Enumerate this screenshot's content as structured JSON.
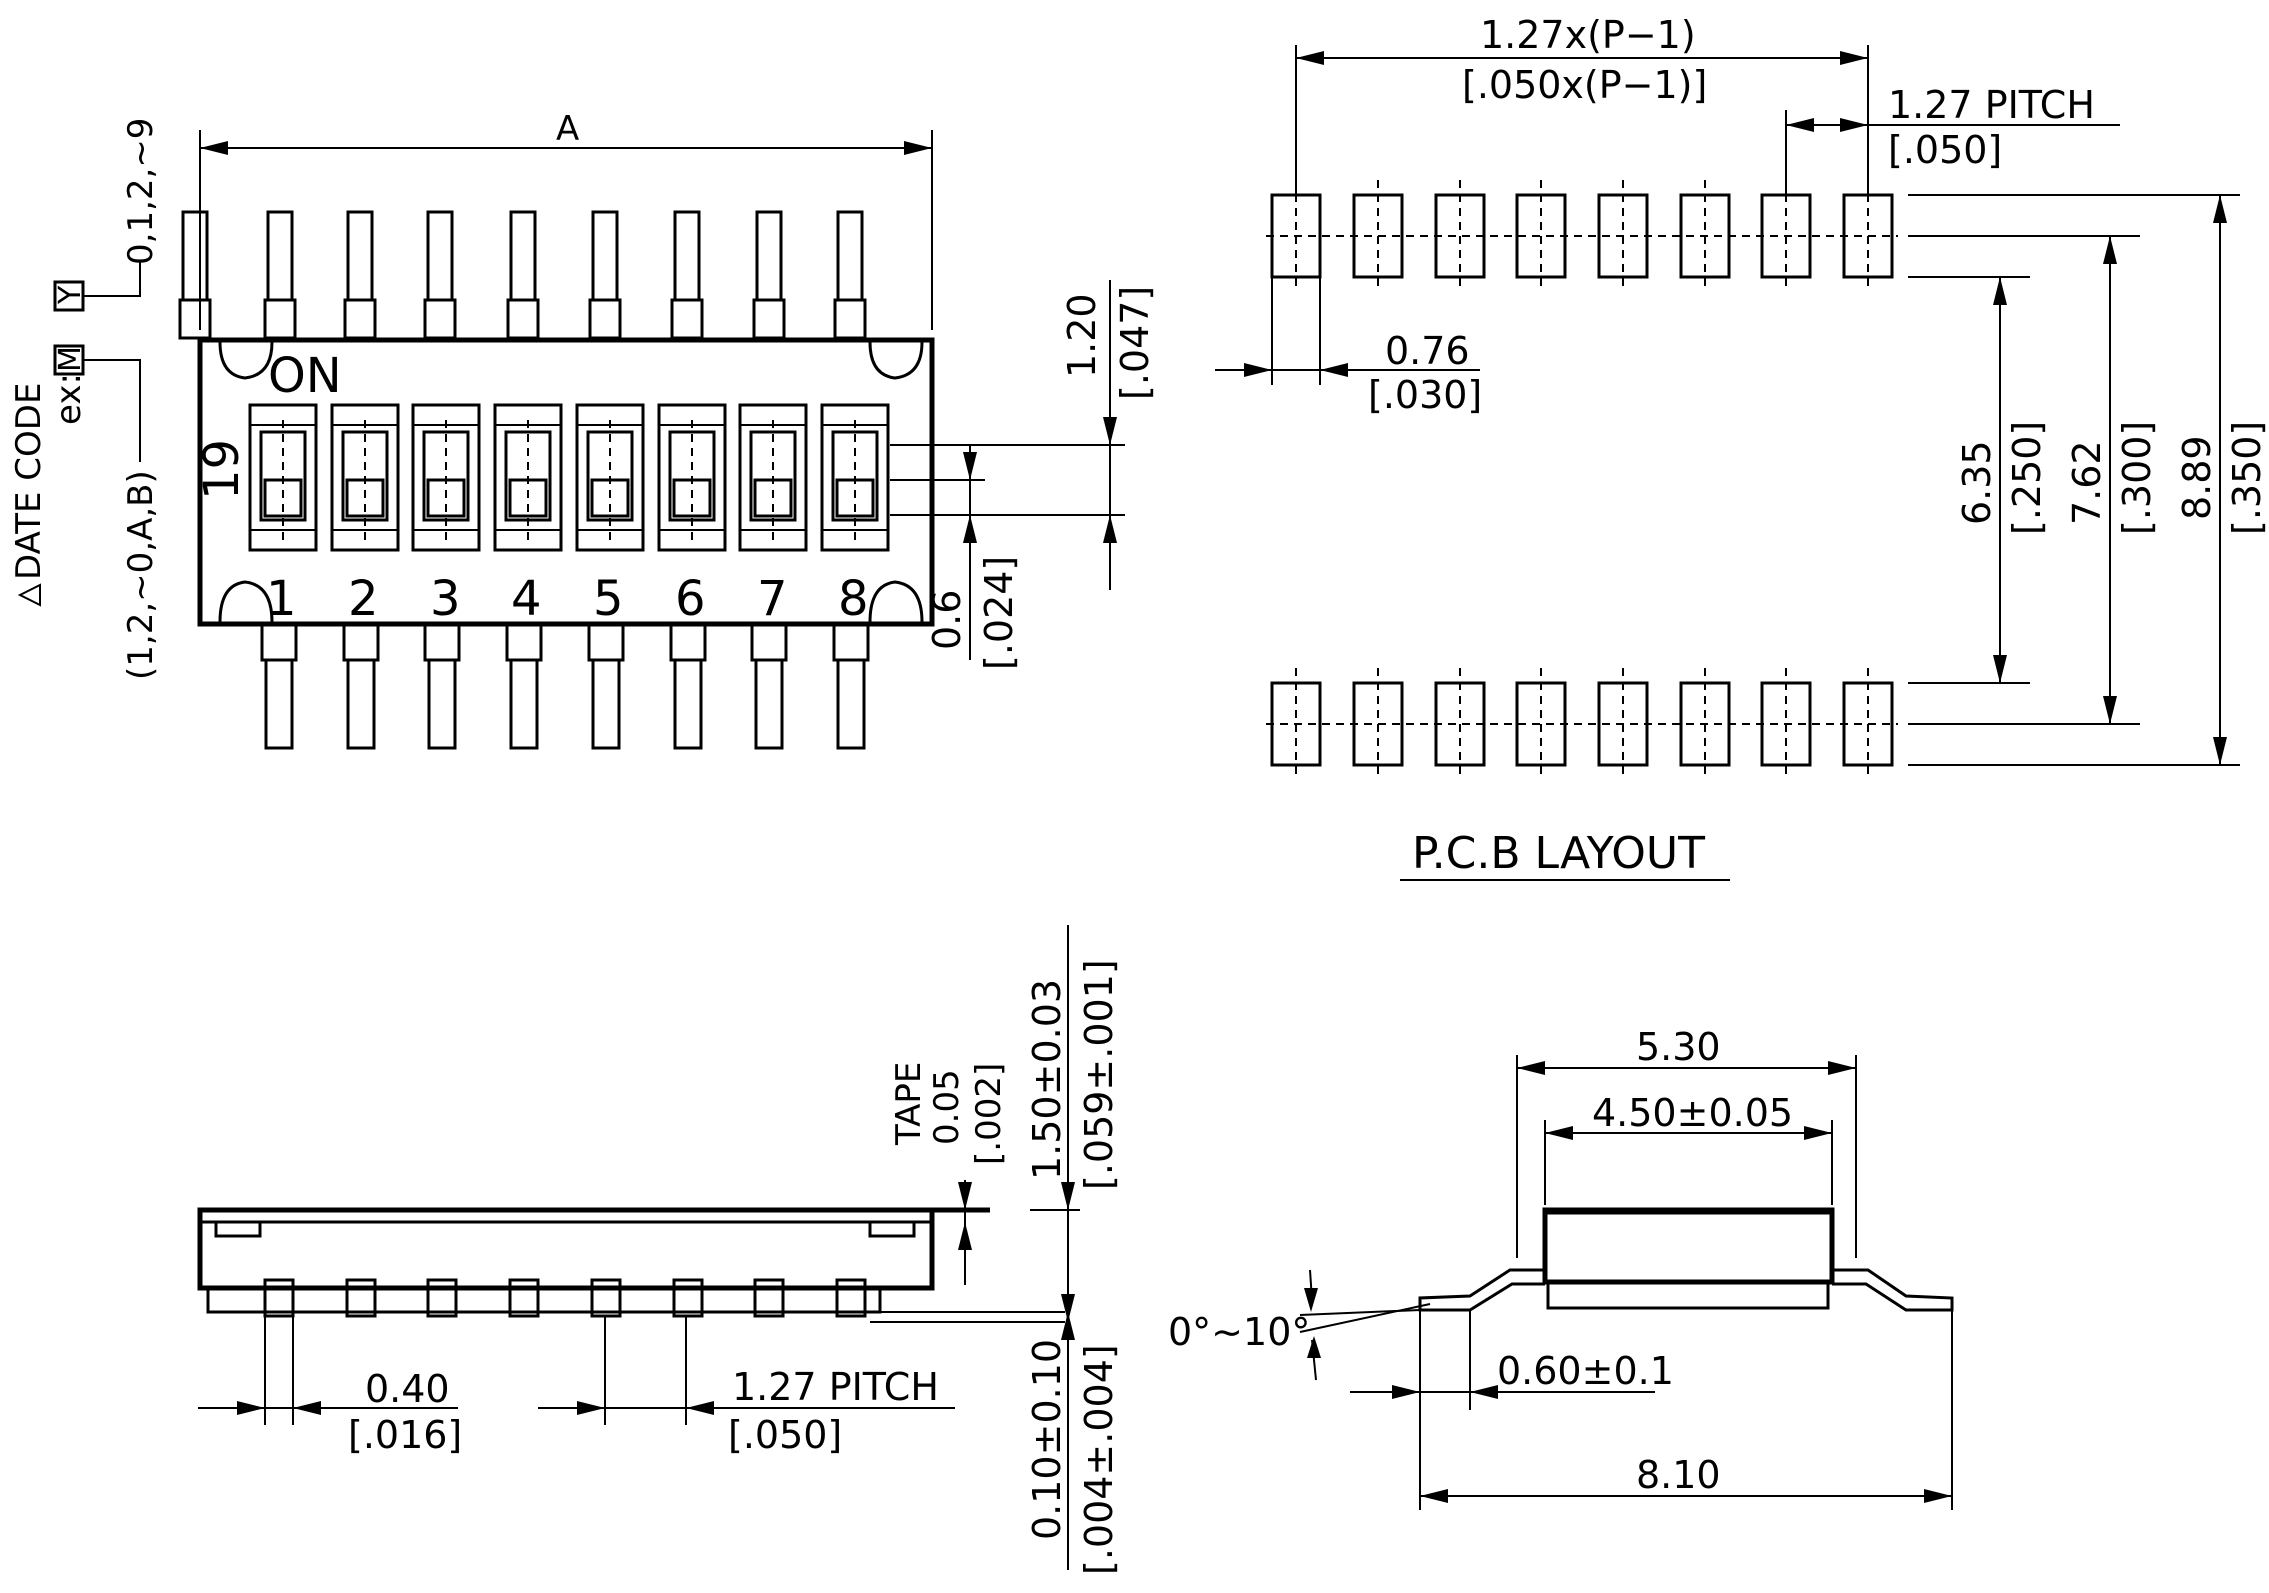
{
  "top_view": {
    "dim_a": "A",
    "on_label": "ON",
    "side_marking": "19",
    "switch_numbers": [
      "1",
      "2",
      "3",
      "4",
      "5",
      "6",
      "7",
      "8"
    ],
    "dim_height_mm": "1.20",
    "dim_height_in": "[.047]",
    "dim_slide_mm": "0.6",
    "dim_slide_in": "[.024]"
  },
  "date_code": {
    "title": "DATE CODE",
    "example": "ex:",
    "box_y": "Y",
    "box_m": "M",
    "y_range": "0,1,2,~9",
    "m_range": "(1,2,~0,A,B)"
  },
  "pcb_layout": {
    "title": "P.C.B LAYOUT",
    "span_mm": "1.27x(P−1)",
    "span_in": "[.050x(P−1)]",
    "pitch_mm": "1.27  PITCH",
    "pitch_in": "[.050]",
    "pad_width_mm": "0.76",
    "pad_width_in": "[.030]",
    "inner_mm": "6.35",
    "inner_in": "[.250]",
    "mid_mm": "7.62",
    "mid_in": "[.300]",
    "outer_mm": "8.89",
    "outer_in": "[.350]"
  },
  "side_view": {
    "tape_label": "TAPE",
    "tape_mm": "0.05",
    "tape_in": "[.002]",
    "height_mm": "1.50±0.03",
    "height_in": "[.059±.001]",
    "standoff_mm": "0.10±0.10",
    "standoff_in": "[.004±.004]",
    "lead_width_mm": "0.40",
    "lead_width_in": "[.016]",
    "pitch_mm": "1.27  PITCH",
    "pitch_in": "[.050]"
  },
  "end_view": {
    "width_outer": "5.30",
    "width_body": "4.50±0.05",
    "angle": "0°∼10°",
    "foot": "0.60±0.1",
    "overall": "8.10"
  }
}
